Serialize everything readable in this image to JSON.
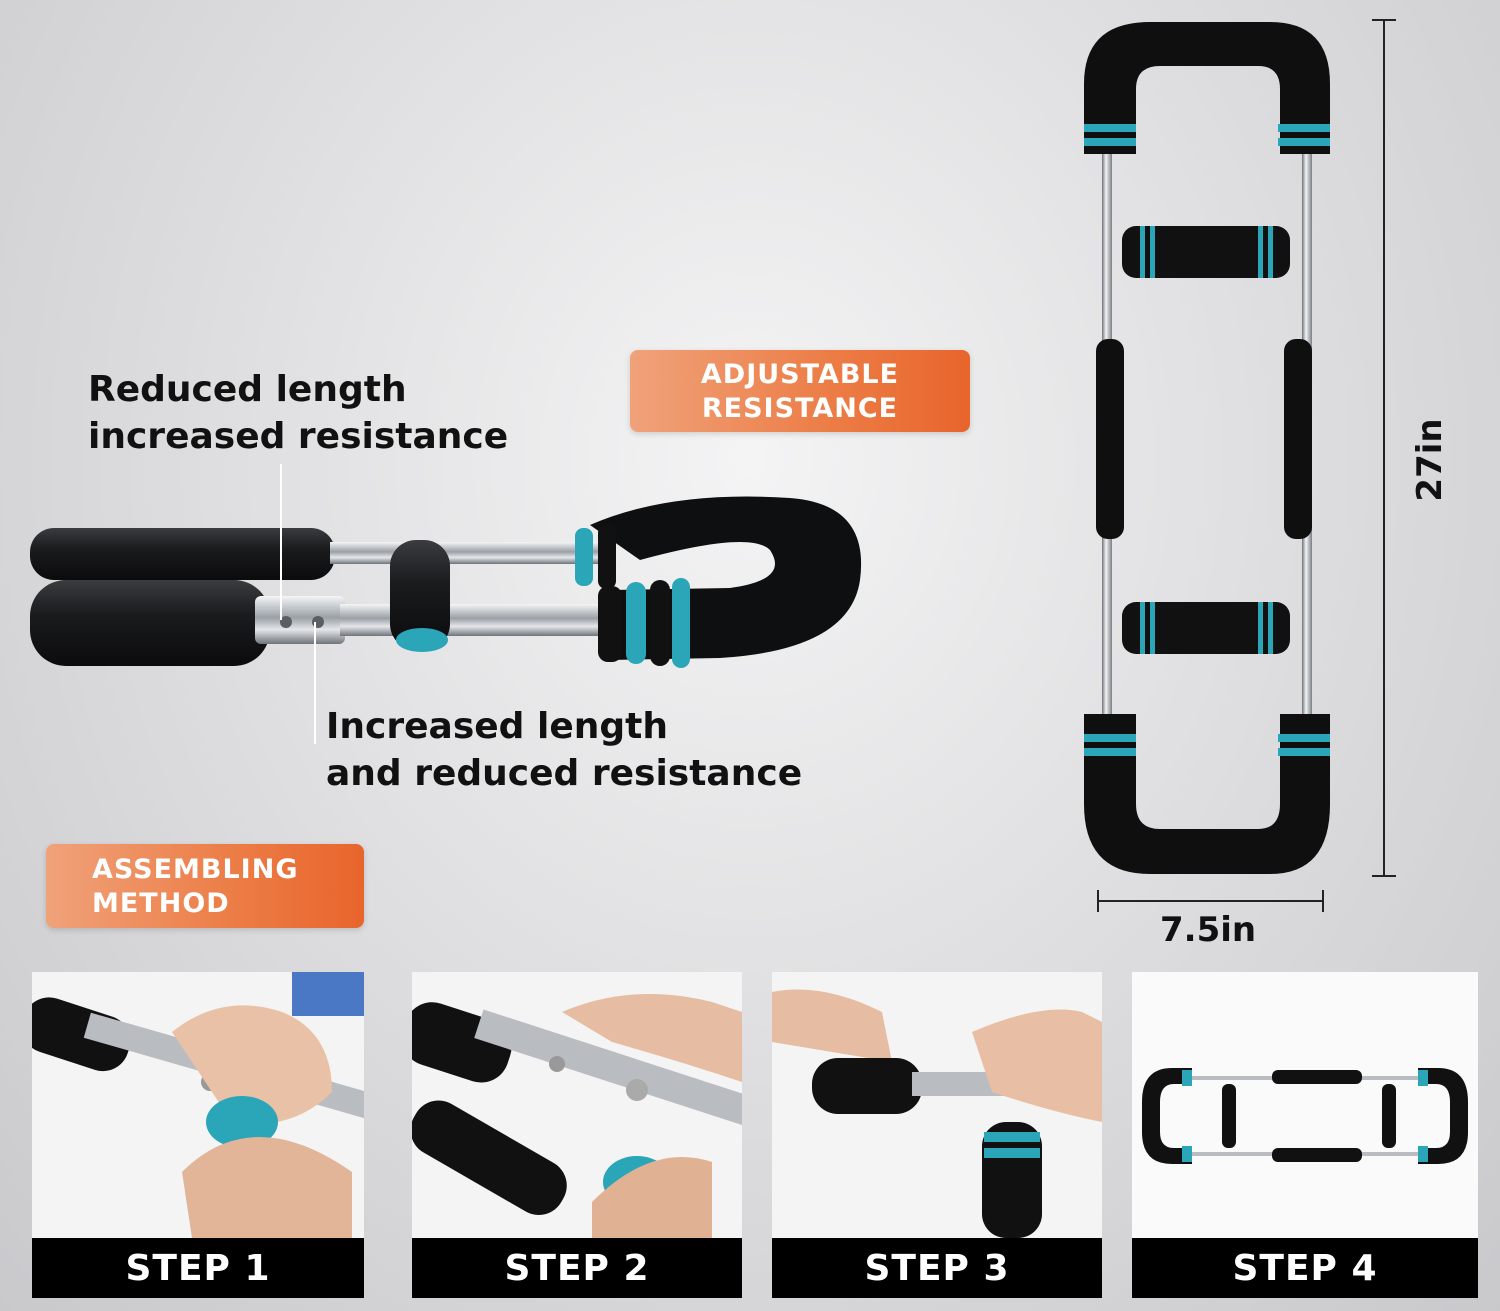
{
  "callouts": {
    "top_line1": "Reduced length",
    "top_line2": "increased resistance",
    "bottom_line1": "Increased length",
    "bottom_line2": "and reduced resistance"
  },
  "badges": {
    "adjustable_line1": "ADJUSTABLE",
    "adjustable_line2": "RESISTANCE",
    "assembling_line1": "ASSEMBLING",
    "assembling_line2": "METHOD"
  },
  "dimensions": {
    "height": "27in",
    "width": "7.5in"
  },
  "steps": [
    {
      "label": "STEP 1"
    },
    {
      "label": "STEP 2"
    },
    {
      "label": "STEP 3"
    },
    {
      "label": "STEP 4"
    }
  ],
  "colors": {
    "accent_orange": "#ec7c45",
    "foam_black": "#0f0f10",
    "teal_ring": "#2aa6b8",
    "chrome": "#b9bcc0"
  }
}
